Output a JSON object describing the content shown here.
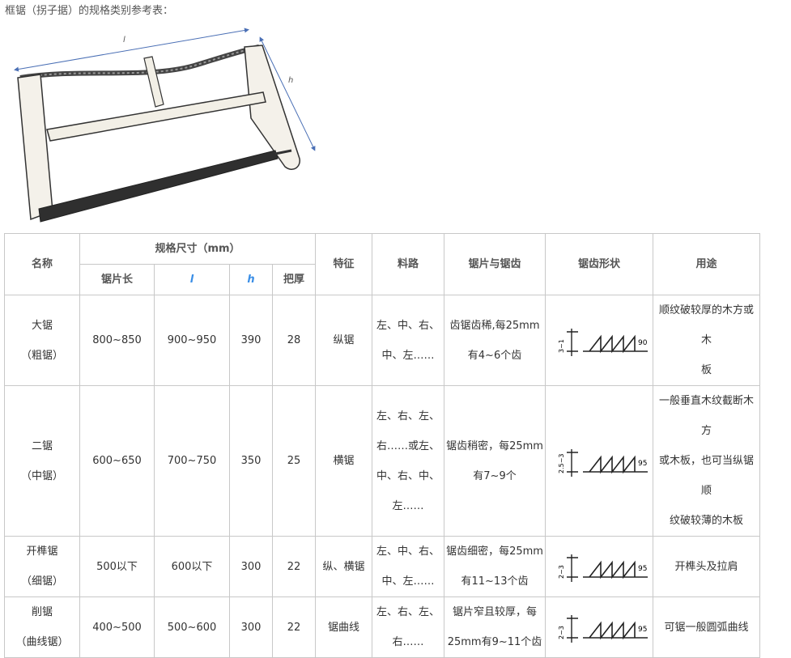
{
  "intro_text": "框锯（拐子据）的规格类别参考表：",
  "figure": {
    "label_l": "l",
    "label_h": "h"
  },
  "table": {
    "headers": {
      "name": "名称",
      "spec_group": "规格尺寸（mm）",
      "blade_length": "锯片长",
      "l": "l",
      "h": "h",
      "handle_thickness": "把厚",
      "feature": "特征",
      "set_pattern": "料路",
      "blade_teeth": "锯片与锯齿",
      "tooth_shape": "锯齿形状",
      "usage": "用途"
    },
    "rows": [
      {
        "name": "大锯",
        "alias": "（粗锯）",
        "blade_length": "800~850",
        "l": "900~950",
        "h": "390",
        "handle": "28",
        "feature": "纵锯",
        "set_pattern": [
          "左、中、右、",
          "中、左……"
        ],
        "teeth": [
          "齿锯齿稀,每25mm",
          "有4~6个齿"
        ],
        "tooth_dim": "3~1",
        "tooth_angle": "90°",
        "usage": [
          "顺纹破较厚的木方或木",
          "板"
        ]
      },
      {
        "name": "二锯",
        "alias": "（中锯）",
        "blade_length": "600~650",
        "l": "700~750",
        "h": "350",
        "handle": "25",
        "feature": "横锯",
        "set_pattern": [
          "左、右、左、",
          "右……或左、",
          "中、右、中、",
          "左……"
        ],
        "teeth": [
          "锯齿稍密，每25mm",
          "有7~9个"
        ],
        "tooth_dim": "2.5~3",
        "tooth_angle": "95°",
        "usage": [
          "一般垂直木纹截断木方",
          "或木板，也可当纵锯顺",
          "纹破较薄的木板"
        ]
      },
      {
        "name": "开榫锯",
        "alias": "（细锯）",
        "blade_length": "500以下",
        "l": "600以下",
        "h": "300",
        "handle": "22",
        "feature": "纵、横锯",
        "set_pattern": [
          "左、中、右、",
          "中、左……"
        ],
        "teeth": [
          "锯齿细密，每25mm",
          "有11~13个齿"
        ],
        "tooth_dim": "2~3",
        "tooth_angle": "95°",
        "usage": [
          "开榫头及拉肩"
        ]
      },
      {
        "name": "削锯",
        "alias": "（曲线锯）",
        "blade_length": "400~500",
        "l": "500~600",
        "h": "300",
        "handle": "22",
        "feature": "锯曲线",
        "set_pattern": [
          "左、右、左、",
          "右……"
        ],
        "teeth": [
          "锯片窄且较厚，每",
          "25mm有9~11个齿"
        ],
        "tooth_dim": "2~3",
        "tooth_angle": "95°",
        "usage": [
          "可锯一般圆弧曲线"
        ]
      }
    ]
  }
}
